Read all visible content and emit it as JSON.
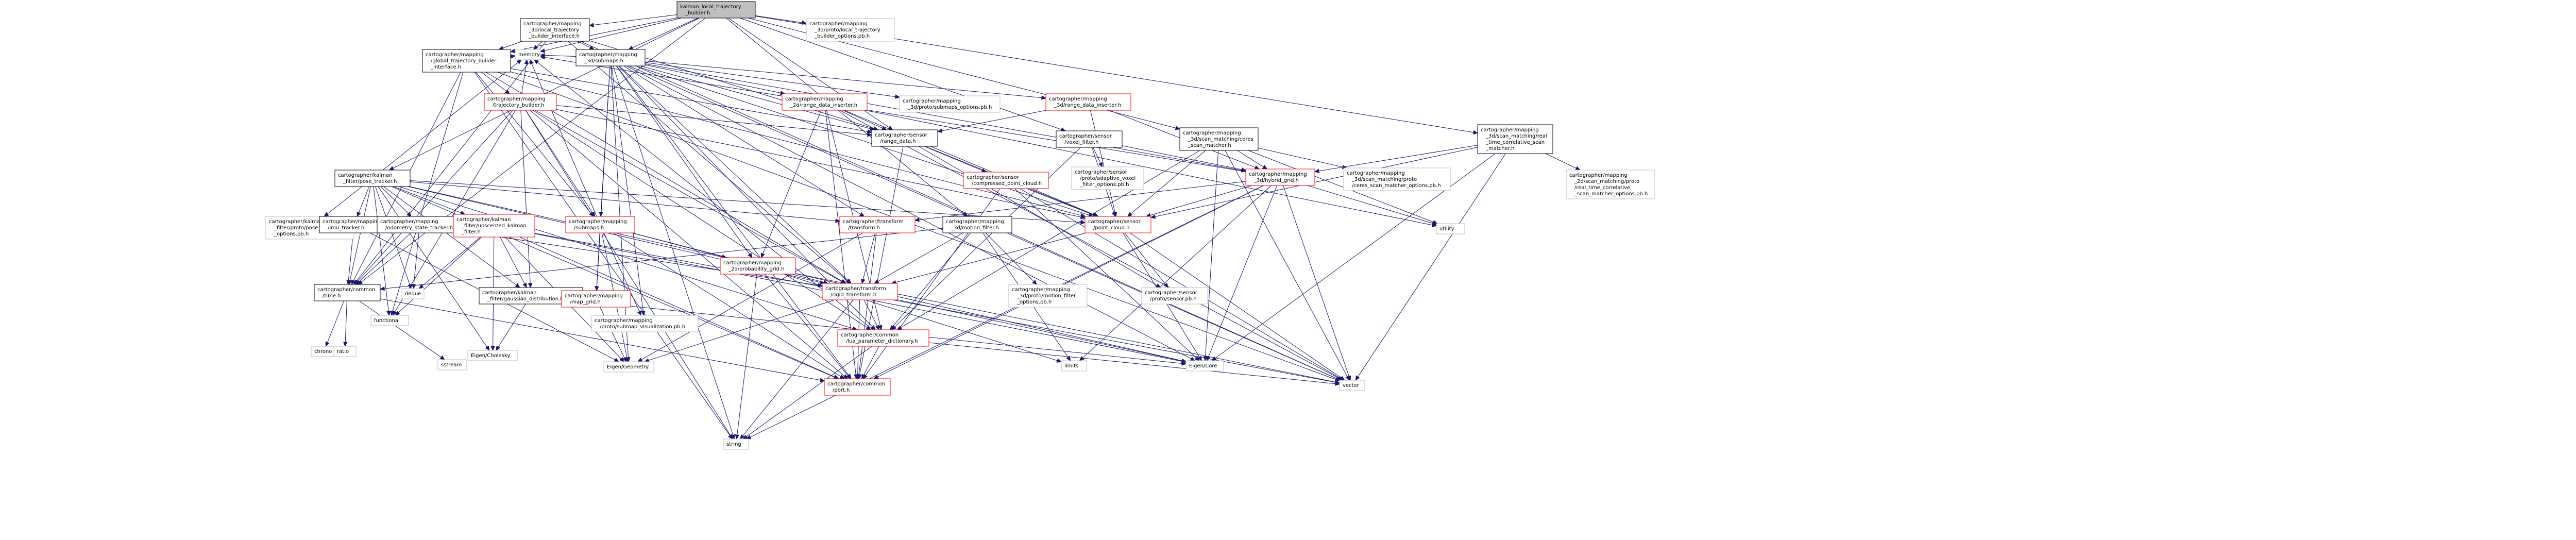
{
  "colors": {
    "edge": "#191970",
    "root_fill": "#bfbfbf",
    "root_stroke": "#000000",
    "linked_stroke": "#000000",
    "missing_stroke": "#bfbfbf",
    "red_stroke": "#ff0000",
    "text": "#000000"
  },
  "nodes": [
    {
      "id": "root",
      "kind": "root",
      "lines": [
        "kalman_local_trajectory",
        "_builder.h"
      ]
    },
    {
      "id": "ltbi",
      "kind": "black",
      "lines": [
        "cartographer/mapping",
        "_3d/local_trajectory",
        "_builder_interface.h"
      ]
    },
    {
      "id": "gtbi",
      "kind": "black",
      "lines": [
        "cartographer/mapping",
        "/global_trajectory_builder",
        "_interface.h"
      ]
    },
    {
      "id": "submaps3d",
      "kind": "black",
      "lines": [
        "cartographer/mapping",
        "_3d/submaps.h"
      ]
    },
    {
      "id": "ltbopts",
      "kind": "gray",
      "lines": [
        "cartographer/mapping",
        "_3d/proto/local_trajectory",
        "_builder_options.pb.h"
      ]
    },
    {
      "id": "mem",
      "kind": "gray",
      "lines": [
        "memory"
      ]
    },
    {
      "id": "tb",
      "kind": "red",
      "lines": [
        "cartographer/mapping",
        "/trajectory_builder.h"
      ]
    },
    {
      "id": "rdi2d",
      "kind": "red",
      "lines": [
        "cartographer/mapping",
        "_2d/range_data_inserter.h"
      ]
    },
    {
      "id": "subopts",
      "kind": "gray",
      "lines": [
        "cartographer/mapping",
        "_3d/proto/submaps_options.pb.h"
      ]
    },
    {
      "id": "rdi3d",
      "kind": "red",
      "lines": [
        "cartographer/mapping",
        "_3d/range_data_inserter.h"
      ]
    },
    {
      "id": "rangedata",
      "kind": "black",
      "lines": [
        "cartographer/sensor",
        "/range_data.h"
      ]
    },
    {
      "id": "voxel",
      "kind": "black",
      "lines": [
        "cartographer/sensor",
        "/voxel_filter.h"
      ]
    },
    {
      "id": "rtcsm",
      "kind": "black",
      "lines": [
        "cartographer/mapping",
        "_3d/scan_matching/real",
        "_time_correlative_scan",
        "_matcher.h"
      ]
    },
    {
      "id": "ceres",
      "kind": "black",
      "lines": [
        "cartographer/mapping",
        "_3d/scan_matching/ceres",
        "_scan_matcher.h"
      ]
    },
    {
      "id": "pose",
      "kind": "black",
      "lines": [
        "cartographer/kalman",
        "_filter/pose_tracker.h"
      ]
    },
    {
      "id": "cpc",
      "kind": "red",
      "lines": [
        "cartographer/sensor",
        "/compressed_point_cloud.h"
      ]
    },
    {
      "id": "hybrid",
      "kind": "red",
      "lines": [
        "cartographer/mapping",
        "_3d/hybrid_grid.h"
      ]
    },
    {
      "id": "avfopts",
      "kind": "gray",
      "lines": [
        "cartographer/sensor",
        "/proto/adaptive_voxel",
        "_filter_options.pb.h"
      ]
    },
    {
      "id": "cerespb",
      "kind": "gray",
      "lines": [
        "cartographer/mapping",
        "_3d/scan_matching/proto",
        "/ceres_scan_matcher_options.pb.h"
      ]
    },
    {
      "id": "rtcsmpb",
      "kind": "gray",
      "lines": [
        "cartographer/mapping",
        "_2d/scan_matching/proto",
        "/real_time_correlative",
        "_scan_matcher_options.pb.h"
      ]
    },
    {
      "id": "ptopts",
      "kind": "gray",
      "lines": [
        "cartographer/kalman",
        "_filter/proto/pose_tracker",
        "_options.pb.h"
      ]
    },
    {
      "id": "imu",
      "kind": "black",
      "lines": [
        "cartographer/mapping",
        "/imu_tracker.h"
      ]
    },
    {
      "id": "odo",
      "kind": "black",
      "lines": [
        "cartographer/mapping",
        "/odometry_state_tracker.h"
      ]
    },
    {
      "id": "ukf",
      "kind": "red",
      "lines": [
        "cartographer/kalman",
        "_filter/unscented_kalman",
        "_filter.h"
      ]
    },
    {
      "id": "submapsh",
      "kind": "red",
      "lines": [
        "cartographer/mapping",
        "/submaps.h"
      ]
    },
    {
      "id": "prob2d",
      "kind": "red",
      "lines": [
        "cartographer/mapping",
        "_2d/probability_grid.h"
      ]
    },
    {
      "id": "transform",
      "kind": "red",
      "lines": [
        "cartographer/transform",
        "/transform.h"
      ]
    },
    {
      "id": "motion",
      "kind": "black",
      "lines": [
        "cartographer/mapping",
        "_3d/motion_filter.h"
      ]
    },
    {
      "id": "pointcloud",
      "kind": "red",
      "lines": [
        "cartographer/sensor",
        "/point_cloud.h"
      ]
    },
    {
      "id": "utility",
      "kind": "gray",
      "lines": [
        "utility"
      ]
    },
    {
      "id": "time",
      "kind": "black",
      "lines": [
        "cartographer/common",
        "/time.h"
      ]
    },
    {
      "id": "deque",
      "kind": "gray",
      "lines": [
        "deque"
      ]
    },
    {
      "id": "gauss",
      "kind": "black",
      "lines": [
        "cartographer/kalman",
        "_filter/gaussian_distribution.h"
      ]
    },
    {
      "id": "functional",
      "kind": "gray",
      "lines": [
        "functional"
      ]
    },
    {
      "id": "mapgrid",
      "kind": "red",
      "lines": [
        "cartographer/mapping",
        "/map_grid.h"
      ]
    },
    {
      "id": "subviz",
      "kind": "gray",
      "lines": [
        "cartographer/mapping",
        "/proto/submap_visualization.pb.h"
      ]
    },
    {
      "id": "rigid",
      "kind": "red",
      "lines": [
        "cartographer/transform",
        "/rigid_transform.h"
      ]
    },
    {
      "id": "motionopts",
      "kind": "gray",
      "lines": [
        "cartographer/mapping",
        "_3d/proto/motion_filter",
        "_options.pb.h"
      ]
    },
    {
      "id": "sensorpb",
      "kind": "gray",
      "lines": [
        "cartographer/sensor",
        "/proto/sensor.pb.h"
      ]
    },
    {
      "id": "chrono",
      "kind": "gray",
      "lines": [
        "chrono"
      ]
    },
    {
      "id": "ratio",
      "kind": "gray",
      "lines": [
        "ratio"
      ]
    },
    {
      "id": "sstream",
      "kind": "gray",
      "lines": [
        "sstream"
      ]
    },
    {
      "id": "cholesky",
      "kind": "gray",
      "lines": [
        "Eigen/Cholesky"
      ]
    },
    {
      "id": "geometry",
      "kind": "gray",
      "lines": [
        "Eigen/Geometry"
      ]
    },
    {
      "id": "luapd",
      "kind": "red",
      "lines": [
        "cartographer/common",
        "/lua_parameter_dictionary.h"
      ]
    },
    {
      "id": "limits",
      "kind": "gray",
      "lines": [
        "limits"
      ]
    },
    {
      "id": "eigencore",
      "kind": "gray",
      "lines": [
        "Eigen/Core"
      ]
    },
    {
      "id": "vector",
      "kind": "gray",
      "lines": [
        "vector"
      ]
    },
    {
      "id": "port",
      "kind": "red",
      "lines": [
        "cartographer/common",
        "/port.h"
      ]
    },
    {
      "id": "string",
      "kind": "gray",
      "lines": [
        "string"
      ]
    }
  ],
  "edges": [
    [
      "root",
      "ltbi"
    ],
    [
      "root",
      "gtbi"
    ],
    [
      "root",
      "submaps3d"
    ],
    [
      "root",
      "ltbopts"
    ],
    [
      "root",
      "mem"
    ],
    [
      "root",
      "pose"
    ],
    [
      "root",
      "rangedata"
    ],
    [
      "root",
      "voxel"
    ],
    [
      "root",
      "rtcsm"
    ],
    [
      "root",
      "ceres"
    ],
    [
      "root",
      "motion"
    ],
    [
      "root",
      "time"
    ],
    [
      "ltbi",
      "gtbi"
    ],
    [
      "ltbi",
      "submaps3d"
    ],
    [
      "ltbi",
      "mem"
    ],
    [
      "ltbi",
      "rigid"
    ],
    [
      "ltbi",
      "vector"
    ],
    [
      "ltbi",
      "time"
    ],
    [
      "ltbi",
      "rangedata"
    ],
    [
      "gtbi",
      "tb"
    ],
    [
      "gtbi",
      "submapsh"
    ],
    [
      "gtbi",
      "rangedata"
    ],
    [
      "gtbi",
      "pointcloud"
    ],
    [
      "gtbi",
      "time"
    ],
    [
      "gtbi",
      "mem"
    ],
    [
      "gtbi",
      "string"
    ],
    [
      "gtbi",
      "functional"
    ],
    [
      "gtbi",
      "rigid"
    ],
    [
      "gtbi",
      "vector"
    ],
    [
      "submaps3d",
      "rdi2d"
    ],
    [
      "submaps3d",
      "subopts"
    ],
    [
      "submaps3d",
      "rdi3d"
    ],
    [
      "submaps3d",
      "rangedata"
    ],
    [
      "submaps3d",
      "hybrid"
    ],
    [
      "submaps3d",
      "submapsh"
    ],
    [
      "submaps3d",
      "prob2d"
    ],
    [
      "submaps3d",
      "transform"
    ],
    [
      "submaps3d",
      "port"
    ],
    [
      "submaps3d",
      "luapd"
    ],
    [
      "submaps3d",
      "rigid"
    ],
    [
      "submaps3d",
      "vector"
    ],
    [
      "submaps3d",
      "mem"
    ],
    [
      "submaps3d",
      "string"
    ],
    [
      "submaps3d",
      "geometry"
    ],
    [
      "submaps3d",
      "eigencore"
    ],
    [
      "submaps3d",
      "mapgrid"
    ],
    [
      "submaps3d",
      "subviz"
    ],
    [
      "submaps3d",
      "pointcloud"
    ],
    [
      "tb",
      "submapsh"
    ],
    [
      "tb",
      "rangedata"
    ],
    [
      "tb",
      "time"
    ],
    [
      "tb",
      "rigid"
    ],
    [
      "tb",
      "mem"
    ],
    [
      "tb",
      "functional"
    ],
    [
      "tb",
      "pointcloud"
    ],
    [
      "tb",
      "gauss"
    ],
    [
      "tb",
      "string"
    ],
    [
      "tb",
      "port"
    ],
    [
      "tb",
      "luapd"
    ],
    [
      "rdi2d",
      "rangedata"
    ],
    [
      "rdi2d",
      "prob2d"
    ],
    [
      "rdi2d",
      "pointcloud"
    ],
    [
      "rdi2d",
      "port"
    ],
    [
      "rdi2d",
      "luapd"
    ],
    [
      "rdi2d",
      "utility"
    ],
    [
      "rdi2d",
      "vector"
    ],
    [
      "rdi3d",
      "rangedata"
    ],
    [
      "rdi3d",
      "hybrid"
    ],
    [
      "rdi3d",
      "pointcloud"
    ],
    [
      "rangedata",
      "cpc"
    ],
    [
      "rangedata",
      "pointcloud"
    ],
    [
      "rangedata",
      "sensorpb"
    ],
    [
      "rangedata",
      "port"
    ],
    [
      "voxel",
      "pointcloud"
    ],
    [
      "voxel",
      "avfopts"
    ],
    [
      "voxel",
      "luapd"
    ],
    [
      "voxel",
      "hybrid"
    ],
    [
      "ceres",
      "hybrid"
    ],
    [
      "ceres",
      "pointcloud"
    ],
    [
      "ceres",
      "cerespb"
    ],
    [
      "ceres",
      "luapd"
    ],
    [
      "ceres",
      "eigencore"
    ],
    [
      "ceres",
      "vector"
    ],
    [
      "ceres",
      "utility"
    ],
    [
      "rtcsm",
      "hybrid"
    ],
    [
      "rtcsm",
      "pointcloud"
    ],
    [
      "rtcsm",
      "rtcsmpb"
    ],
    [
      "rtcsm",
      "vector"
    ],
    [
      "rtcsm",
      "eigencore"
    ],
    [
      "pose",
      "ptopts"
    ],
    [
      "pose",
      "imu"
    ],
    [
      "pose",
      "odo"
    ],
    [
      "pose",
      "ukf"
    ],
    [
      "pose",
      "gauss"
    ],
    [
      "pose",
      "deque"
    ],
    [
      "pose",
      "time"
    ],
    [
      "pose",
      "rigid"
    ],
    [
      "pose",
      "transform"
    ],
    [
      "pose",
      "pointcloud"
    ],
    [
      "pose",
      "port"
    ],
    [
      "pose",
      "luapd"
    ],
    [
      "pose",
      "mem"
    ],
    [
      "pose",
      "functional"
    ],
    [
      "pose",
      "eigencore"
    ],
    [
      "pose",
      "cholesky"
    ],
    [
      "cpc",
      "pointcloud"
    ],
    [
      "cpc",
      "port"
    ],
    [
      "cpc",
      "vector"
    ],
    [
      "cpc",
      "eigencore"
    ],
    [
      "hybrid",
      "pointcloud"
    ],
    [
      "hybrid",
      "transform"
    ],
    [
      "hybrid",
      "port"
    ],
    [
      "hybrid",
      "eigencore"
    ],
    [
      "hybrid",
      "limits"
    ],
    [
      "hybrid",
      "vector"
    ],
    [
      "hybrid",
      "utility"
    ],
    [
      "hybrid",
      "mem"
    ],
    [
      "hybrid",
      "string"
    ],
    [
      "imu",
      "time"
    ],
    [
      "imu",
      "geometry"
    ],
    [
      "odo",
      "time"
    ],
    [
      "odo",
      "rigid"
    ],
    [
      "odo",
      "deque"
    ],
    [
      "ukf",
      "gauss"
    ],
    [
      "ukf",
      "port"
    ],
    [
      "ukf",
      "functional"
    ],
    [
      "ukf",
      "vector"
    ],
    [
      "ukf",
      "deque"
    ],
    [
      "ukf",
      "cholesky"
    ],
    [
      "ukf",
      "geometry"
    ],
    [
      "ukf",
      "eigencore"
    ],
    [
      "submapsh",
      "mapgrid"
    ],
    [
      "submapsh",
      "subviz"
    ],
    [
      "submapsh",
      "prob2d"
    ],
    [
      "submapsh",
      "rigid"
    ],
    [
      "submapsh",
      "port"
    ],
    [
      "submapsh",
      "mem"
    ],
    [
      "submapsh",
      "geometry"
    ],
    [
      "prob2d",
      "port"
    ],
    [
      "prob2d",
      "vector"
    ],
    [
      "prob2d",
      "string"
    ],
    [
      "prob2d",
      "limits"
    ],
    [
      "transform",
      "rigid"
    ],
    [
      "transform",
      "geometry"
    ],
    [
      "transform",
      "port"
    ],
    [
      "motion",
      "rigid"
    ],
    [
      "motion",
      "motionopts"
    ],
    [
      "motion",
      "luapd"
    ],
    [
      "motion",
      "limits"
    ],
    [
      "motion",
      "time"
    ],
    [
      "pointcloud",
      "sensorpb"
    ],
    [
      "pointcloud",
      "rigid"
    ],
    [
      "pointcloud",
      "vector"
    ],
    [
      "pointcloud",
      "eigencore"
    ],
    [
      "time",
      "chrono"
    ],
    [
      "time",
      "ratio"
    ],
    [
      "time",
      "port"
    ],
    [
      "time",
      "sstream"
    ],
    [
      "gauss",
      "cholesky"
    ],
    [
      "gauss",
      "eigencore"
    ],
    [
      "mapgrid",
      "geometry"
    ],
    [
      "rigid",
      "luapd"
    ],
    [
      "rigid",
      "port"
    ],
    [
      "rigid",
      "geometry"
    ],
    [
      "rigid",
      "string"
    ],
    [
      "rigid",
      "eigencore"
    ],
    [
      "luapd",
      "port"
    ],
    [
      "luapd",
      "mem"
    ],
    [
      "luapd",
      "string"
    ],
    [
      "luapd",
      "vector"
    ]
  ]
}
